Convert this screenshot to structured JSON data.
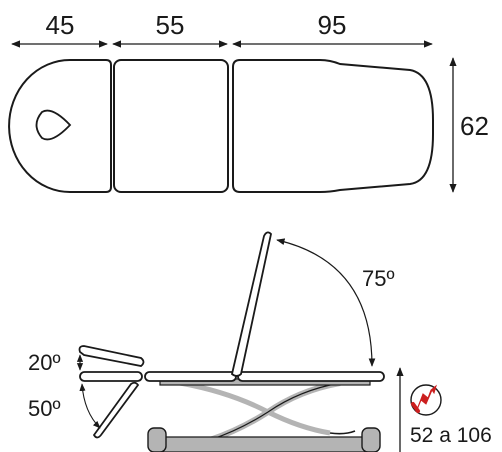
{
  "top_view": {
    "section_widths": [
      "45",
      "55",
      "95"
    ],
    "width_label": "62"
  },
  "side_view": {
    "backrest_angle": "75º",
    "head_up_angle": "20º",
    "head_down_angle": "50º",
    "height_range": "52 a 106"
  },
  "colors": {
    "outline": "#1a1a1a",
    "table_fill": "#ffffff",
    "frame": "#b4b4b4",
    "motor_icon": "#cc1f1f"
  }
}
